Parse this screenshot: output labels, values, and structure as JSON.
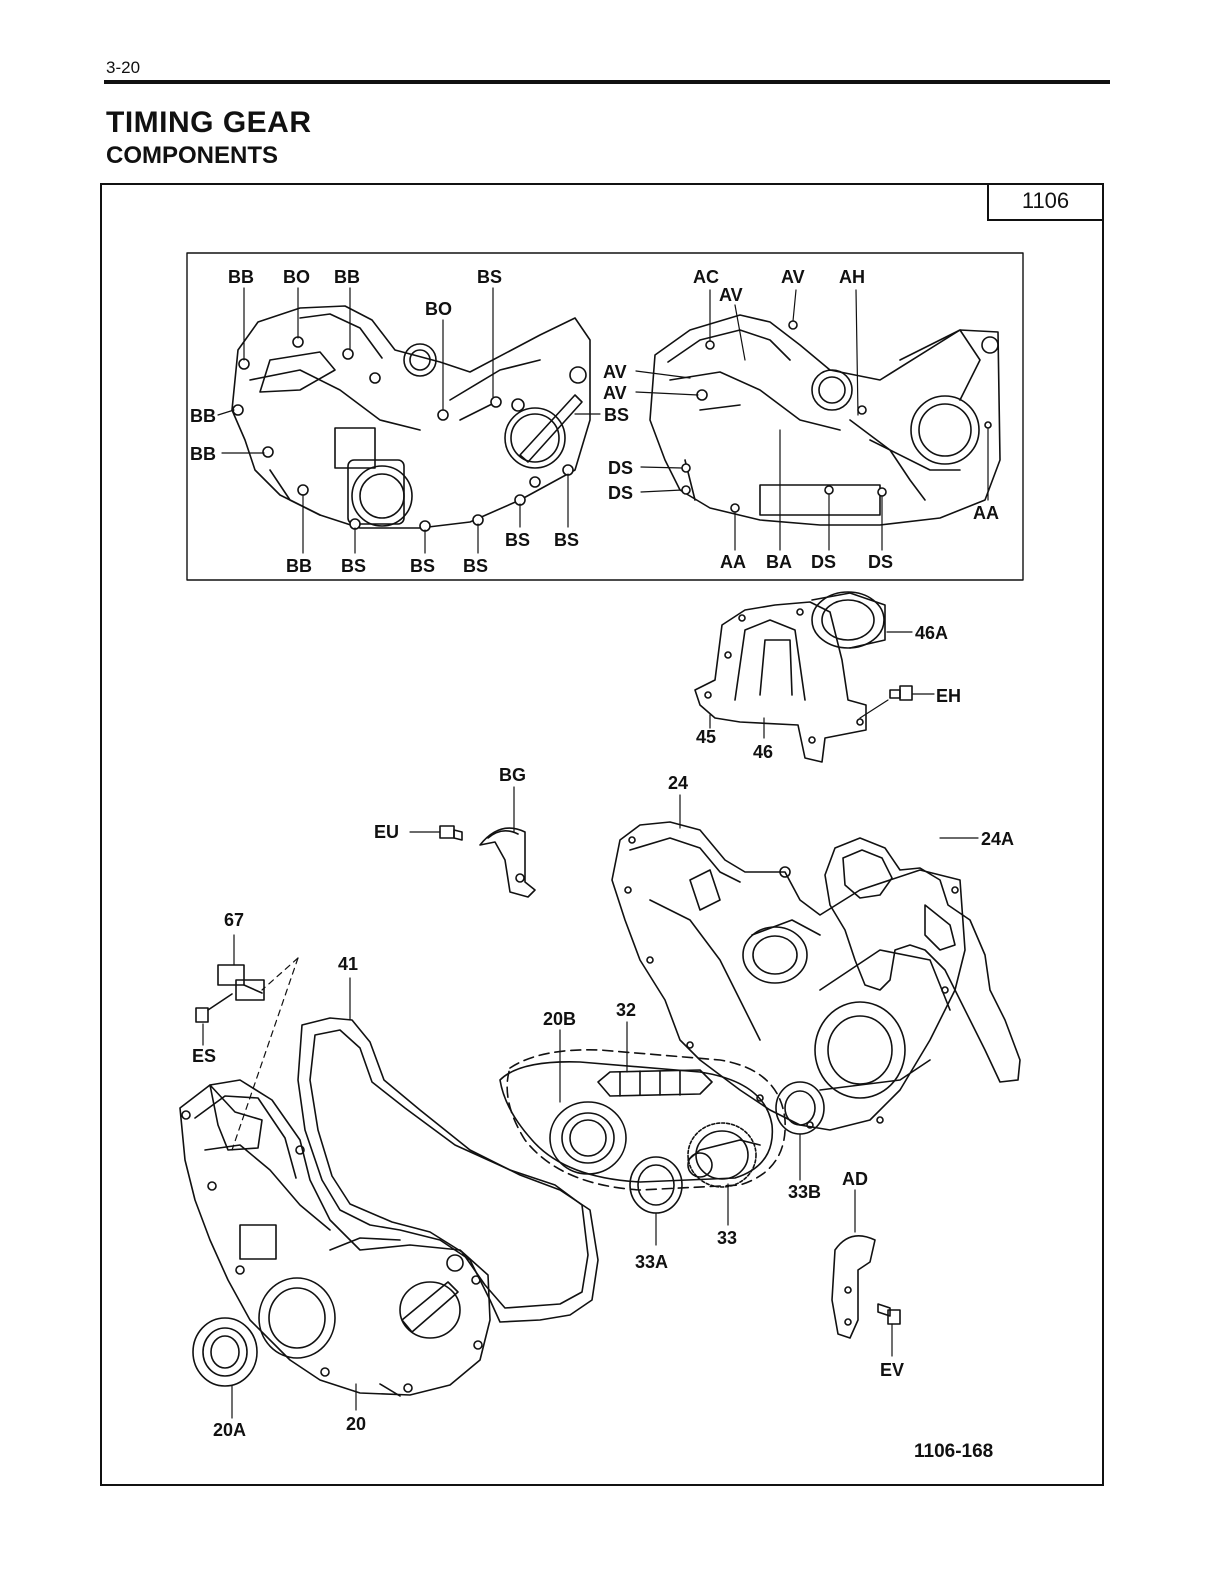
{
  "header": {
    "page_number": "3-20",
    "title": "TIMING GEAR",
    "subtitle": "COMPONENTS"
  },
  "diagram": {
    "section_code": "1106",
    "figure_id": "1106-168",
    "labels": {
      "bb1": "BB",
      "bo1": "BO",
      "bb2": "BB",
      "bs_top": "BS",
      "bo2": "BO",
      "bb3": "BB",
      "bb4": "BB",
      "bs_right": "BS",
      "bb5": "BB",
      "bs1": "BS",
      "bs2": "BS",
      "bs3": "BS",
      "bs4": "BS",
      "bs5": "BS",
      "ac": "AC",
      "av1": "AV",
      "av2": "AV",
      "ah": "AH",
      "av3": "AV",
      "av4": "AV",
      "ds1": "DS",
      "ds2": "DS",
      "aa1": "AA",
      "ba": "BA",
      "ds3": "DS",
      "ds4": "DS",
      "aa2": "AA",
      "p46a": "46A",
      "peh": "EH",
      "p45": "45",
      "p46": "46",
      "pbg": "BG",
      "p24": "24",
      "p24a": "24A",
      "peu": "EU",
      "p67": "67",
      "p41": "41",
      "pes": "ES",
      "p20b": "20B",
      "p32": "32",
      "p33b": "33B",
      "pad": "AD",
      "p33": "33",
      "p33a": "33A",
      "pev": "EV",
      "p20a": "20A",
      "p20": "20"
    }
  }
}
